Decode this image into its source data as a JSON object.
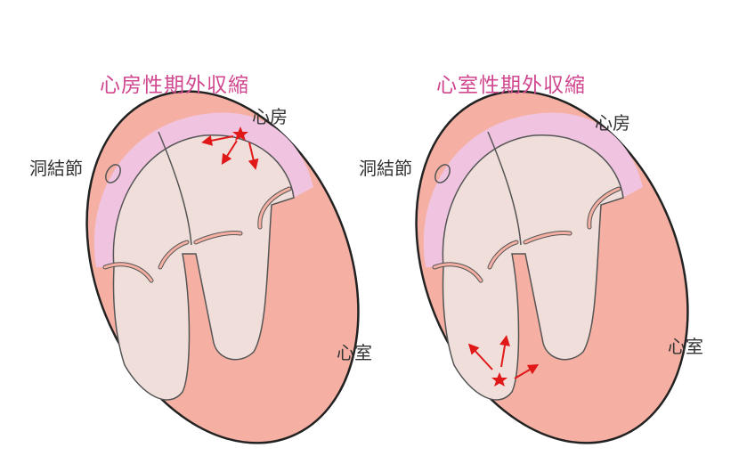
{
  "colors": {
    "title": "#d0468f",
    "label": "#333333",
    "atrium_wall": "#f0c4e0",
    "ventricle_wall": "#f5b0a3",
    "chamber_fill": "#f0dedb",
    "outline": "#222222",
    "inner_line": "#555555",
    "impulse": "#e01818"
  },
  "panels": [
    {
      "title": "心房性期外収縮",
      "labels": {
        "atrium": "心房",
        "sa_node": "洞結節",
        "ventricle": "心室"
      },
      "ectopic_focus": "atrium"
    },
    {
      "title": "心室性期外収縮",
      "labels": {
        "atrium": "心房",
        "sa_node": "洞結節",
        "ventricle": "心室"
      },
      "ectopic_focus": "ventricle"
    }
  ]
}
